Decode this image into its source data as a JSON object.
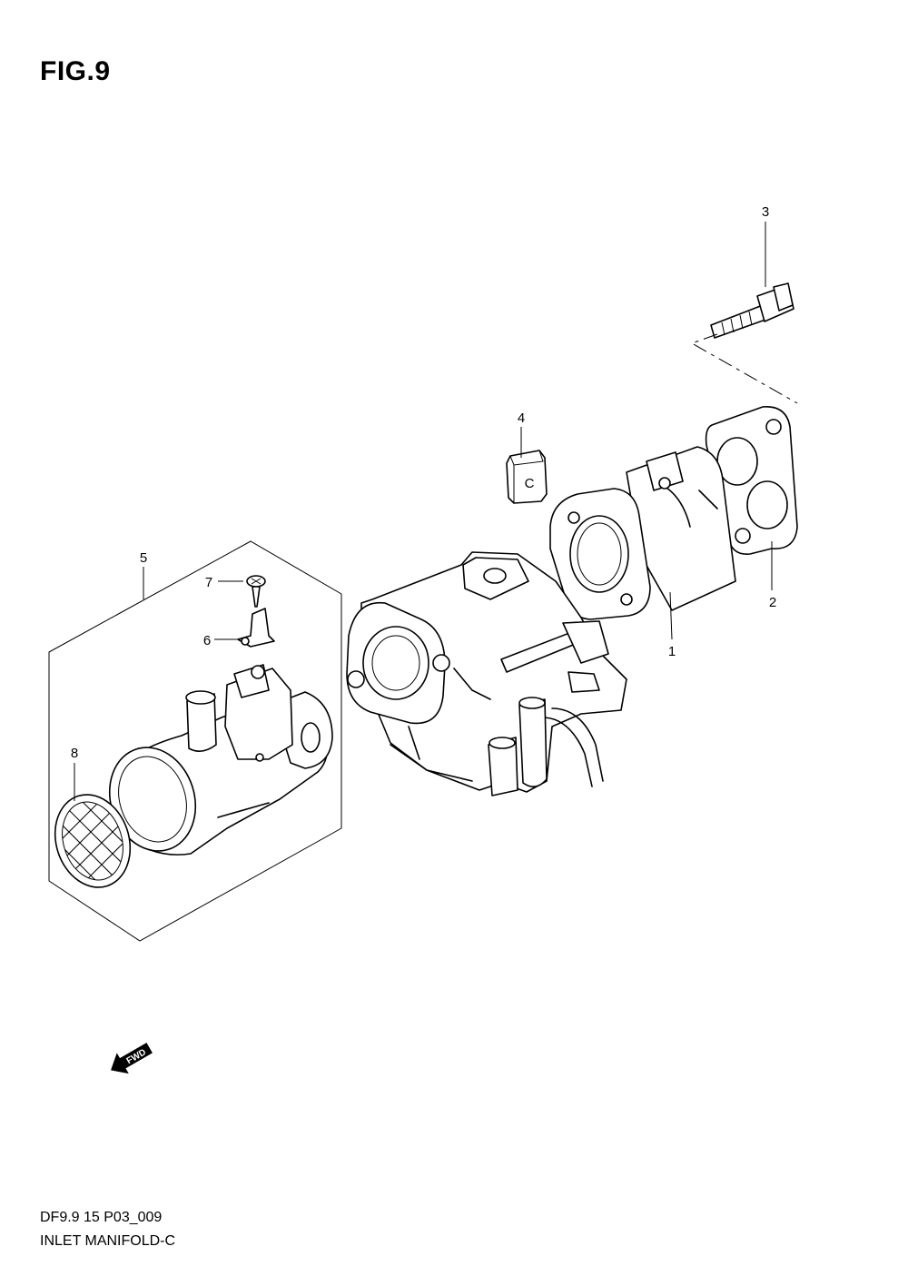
{
  "figure": {
    "title": "FIG.9"
  },
  "callouts": [
    {
      "id": "1",
      "label": "1"
    },
    {
      "id": "2",
      "label": "2"
    },
    {
      "id": "3",
      "label": "3"
    },
    {
      "id": "4",
      "label": "4"
    },
    {
      "id": "5",
      "label": "5"
    },
    {
      "id": "6",
      "label": "6"
    },
    {
      "id": "7",
      "label": "7"
    },
    {
      "id": "8",
      "label": "8"
    }
  ],
  "badges": {
    "part4": "C",
    "fwd": "FWD"
  },
  "footer": {
    "code": "DF9.9 15 P03_009",
    "name": "INLET MANIFOLD-C"
  }
}
